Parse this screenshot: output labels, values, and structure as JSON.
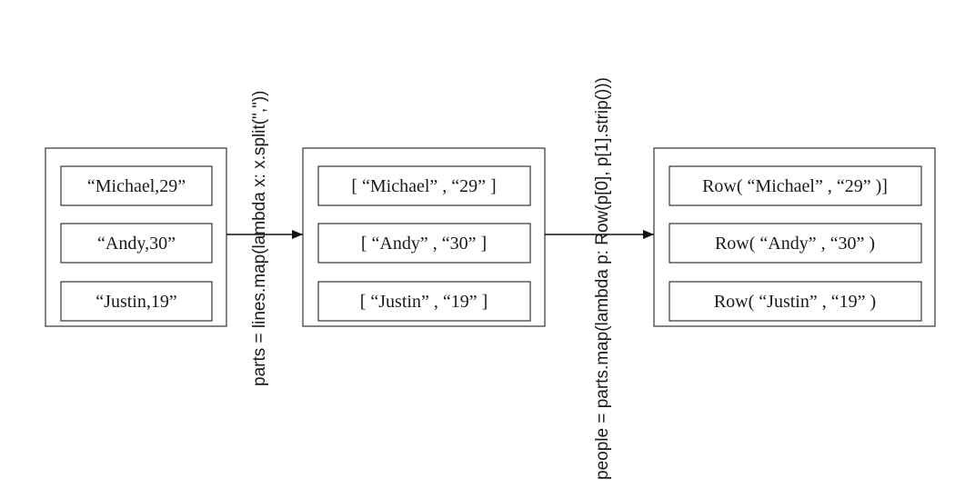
{
  "stages": [
    {
      "items": [
        "“Michael,29”",
        "“Andy,30”",
        "“Justin,19”"
      ]
    },
    {
      "items": [
        "[ “Michael” , “29” ]",
        "[ “Andy” , “30” ]",
        "[ “Justin” , “19” ]"
      ]
    },
    {
      "items": [
        "Row( “Michael” , “29” )]",
        "Row( “Andy” , “30” )",
        "Row( “Justin” , “19” )"
      ]
    }
  ],
  "transforms": [
    {
      "code": "parts = lines.map(lambda x: x.split(\",\"))"
    },
    {
      "code": "people = parts.map(lambda p: Row(p[0], p[1].strip()))"
    }
  ]
}
